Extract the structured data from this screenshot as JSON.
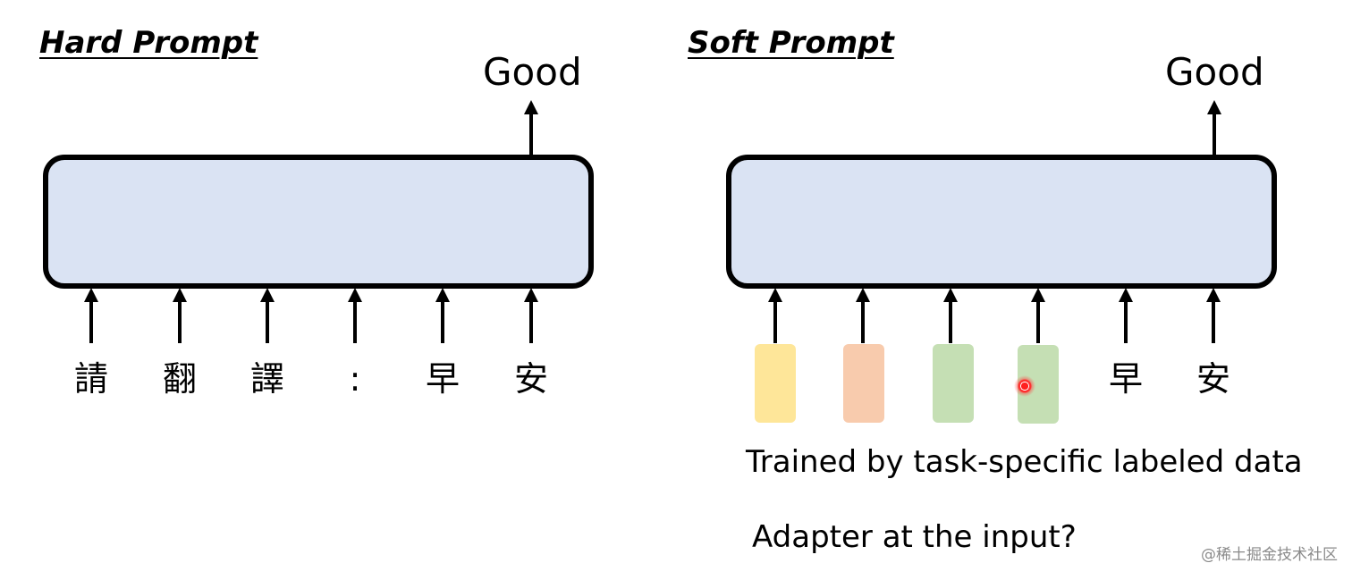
{
  "hard_prompt": {
    "title": "Hard Prompt",
    "output": "Good",
    "tokens": [
      "請",
      "翻",
      "譯",
      ":",
      "早",
      "安"
    ]
  },
  "soft_prompt": {
    "title": "Soft Prompt",
    "output": "Good",
    "soft_tokens": [
      {
        "color": "#fee699"
      },
      {
        "color": "#f8cbad"
      },
      {
        "color": "#c5dfb4"
      },
      {
        "color": "#c5dfb4"
      }
    ],
    "text_tokens": [
      "早",
      "安"
    ],
    "caption_trained": "Trained by task-specific labeled data",
    "caption_adapter": "Adapter at the input?"
  },
  "watermark": "@稀土掘金技术社区",
  "colors": {
    "model_box_fill": "#dae3f3",
    "model_box_border": "#000000"
  }
}
